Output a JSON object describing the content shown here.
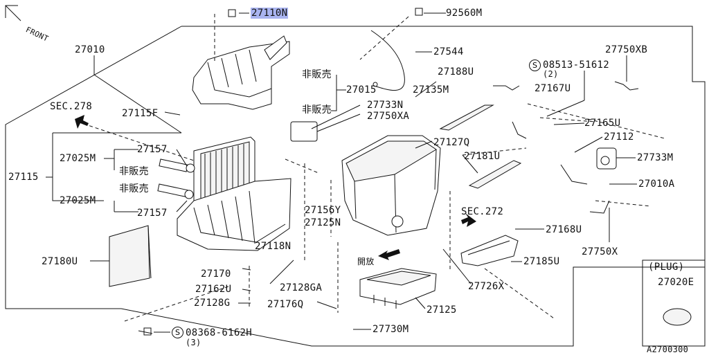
{
  "diagram_code": "A2700300",
  "front_label": "FRONT",
  "plug": {
    "title": "(PLUG)",
    "part": "27020E"
  },
  "screw_symbol": "S",
  "labels": {
    "p27110N": "27110N",
    "p92560M": "92560M",
    "p27010": "27010",
    "p27544": "27544",
    "p27750XB": "27750XB",
    "p08513": "08513-51612",
    "p08513_qty": "(2)",
    "p27188U": "27188U",
    "hihanbai1": "非販売",
    "p27015": "27015",
    "p27135M": "27135M",
    "p27167U": "27167U",
    "sec278": "SEC.278",
    "hihanbai2": "非販売",
    "p27733N": "27733N",
    "p27750XA": "27750XA",
    "p27115F": "27115F",
    "p27165U": "27165U",
    "p27112": "27112",
    "p27127Q": "27127Q",
    "p27157a": "27157",
    "p27181U": "27181U",
    "p27733M": "27733M",
    "p27025Ma": "27025M",
    "hihanbai3": "非販売",
    "p27115": "27115",
    "p27010A": "27010A",
    "hihanbai4": "非販売",
    "p27025Mb": "27025M",
    "p27156Y": "27156Y",
    "sec272": "SEC.272",
    "p27157b": "27157",
    "p27125N": "27125N",
    "p27168U": "27168U",
    "p27118N": "27118N",
    "kaihou": "開放",
    "p27750X": "27750X",
    "p27180U": "27180U",
    "p27170": "27170",
    "p27185U": "27185U",
    "p27162U": "27162U",
    "p27128GA": "27128GA",
    "p27726X": "27726X",
    "p27128G": "27128G",
    "p27176Q": "27176Q",
    "p27125": "27125",
    "p27730M": "27730M",
    "p08368": "08368-6162H",
    "p08368_qty": "(3)"
  }
}
